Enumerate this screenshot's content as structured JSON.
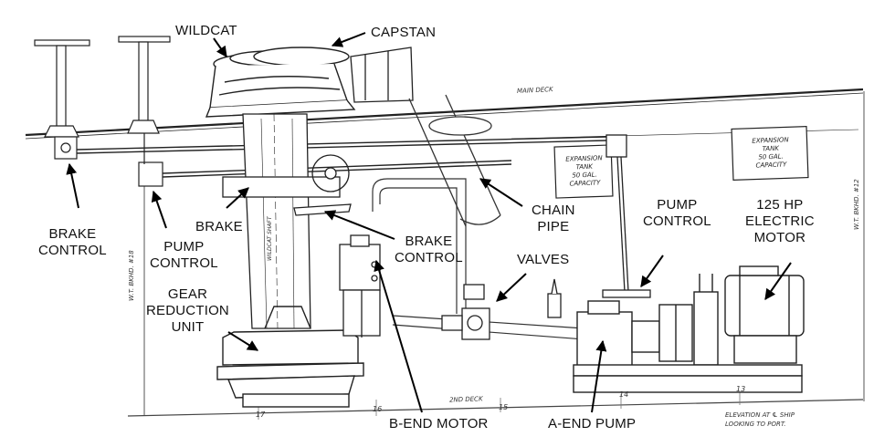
{
  "callouts": {
    "wildcat": "WILDCAT",
    "capstan": "CAPSTAN",
    "brake_control_left": [
      "BRAKE",
      "CONTROL"
    ],
    "pump_control_left": [
      "PUMP",
      "CONTROL"
    ],
    "brake": "BRAKE",
    "brake_control_mid": [
      "BRAKE",
      "CONTROL"
    ],
    "chain_pipe": [
      "CHAIN",
      "PIPE"
    ],
    "valves": "VALVES",
    "pump_control_right": [
      "PUMP",
      "CONTROL"
    ],
    "electric_motor": [
      "125 HP",
      "ELECTRIC",
      "MOTOR"
    ],
    "gear_reduction_unit": [
      "GEAR",
      "REDUCTION",
      "UNIT"
    ],
    "b_end_motor": "B-END MOTOR",
    "a_end_pump": "A-END PUMP"
  },
  "drawing_notes": {
    "main_deck": "MAIN DECK",
    "second_deck": "2ND DECK",
    "elevation_note": [
      "ELEVATION AT ℄ SHIP",
      "LOOKING TO PORT."
    ],
    "tank_left": [
      "EXPANSION",
      "TANK",
      "50 GAL.",
      "CAPACITY"
    ],
    "tank_right": [
      "EXPANSION",
      "TANK",
      "50 GAL.",
      "CAPACITY"
    ],
    "bulkhead_left": "W.T. BKHD. #18",
    "bulkhead_right": "W.T. BKHD. #12",
    "frame_17": "17",
    "frame_16": "16",
    "frame_15": "15",
    "frame_14": "14",
    "frame_13": "13",
    "shaft_note": "WILDCAT SHAFT"
  }
}
